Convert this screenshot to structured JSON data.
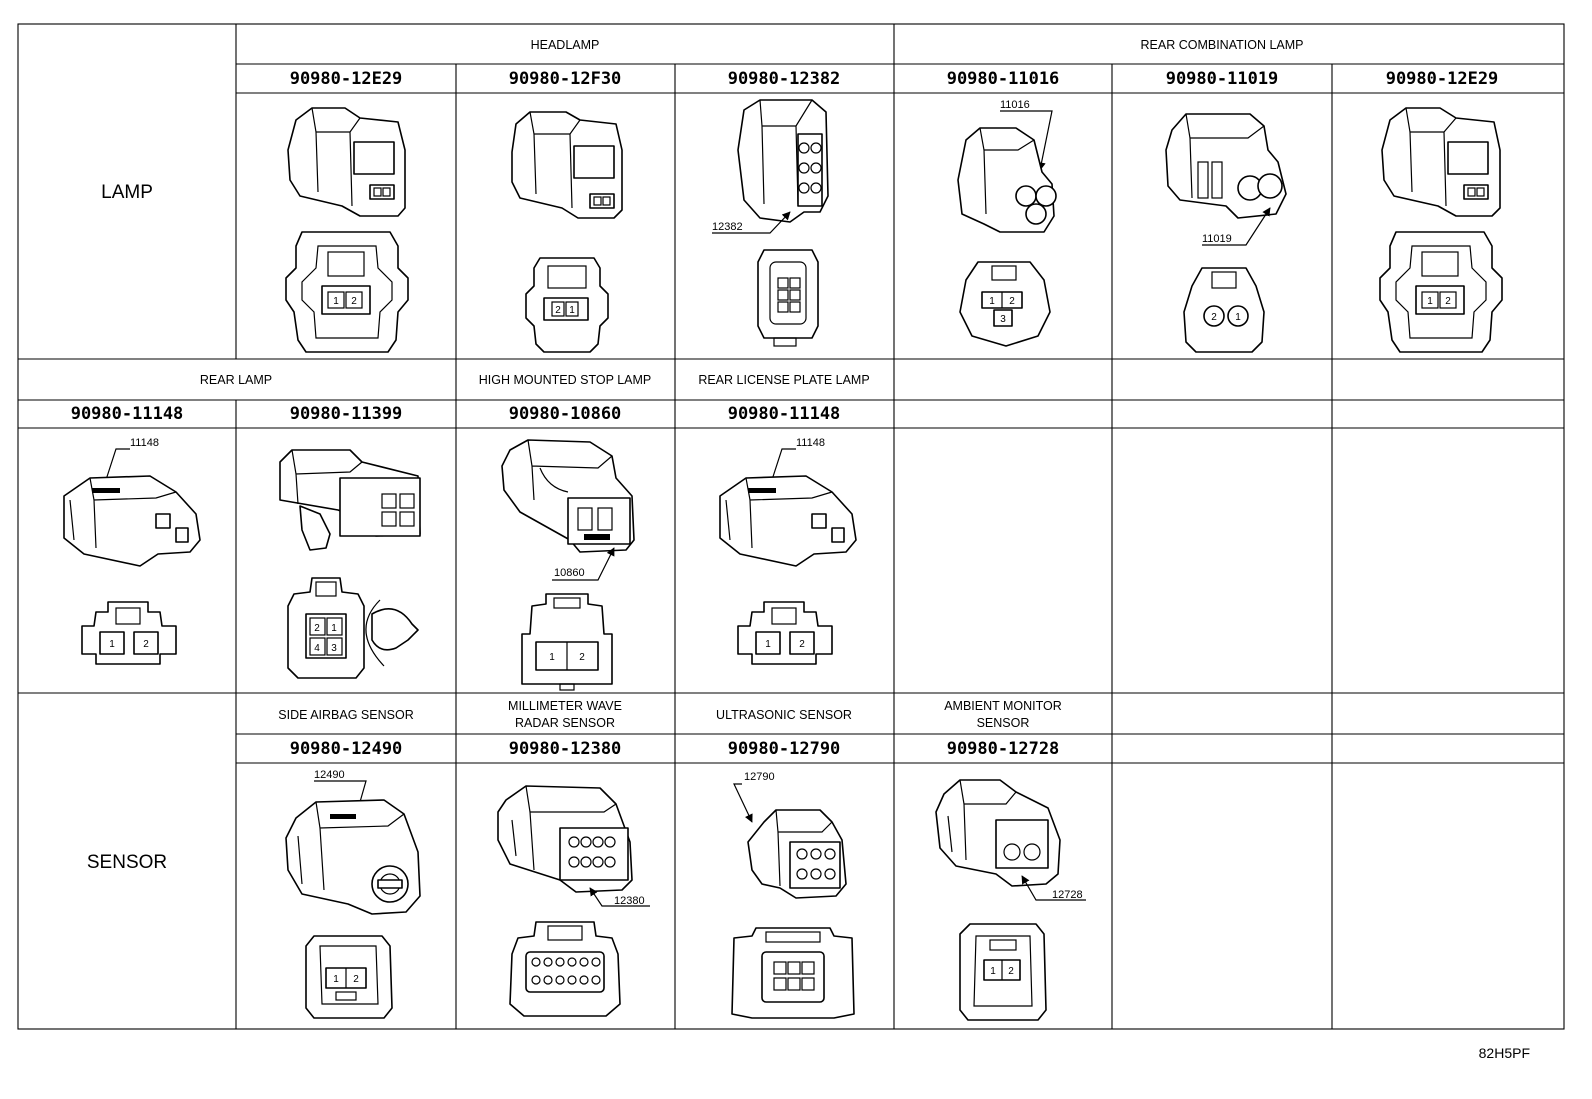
{
  "categories": {
    "lamp": "LAMP",
    "sensor": "SENSOR"
  },
  "groups": {
    "headlamp": "HEADLAMP",
    "rear_combination_lamp": "REAR COMBINATION LAMP",
    "rear_lamp": "REAR LAMP",
    "high_mounted_stop_lamp": "HIGH MOUNTED STOP LAMP",
    "rear_license_plate_lamp": "REAR LICENSE PLATE LAMP",
    "side_airbag_sensor": "SIDE AIRBAG SENSOR",
    "millimeter_wave_radar_sensor": [
      "MILLIMETER WAVE",
      "RADAR SENSOR"
    ],
    "ultrasonic_sensor": "ULTRASONIC SENSOR",
    "ambient_monitor_sensor": [
      "AMBIENT MONITOR",
      "SENSOR"
    ]
  },
  "part_numbers": {
    "row1": [
      "90980-12E29",
      "90980-12F30",
      "90980-12382",
      "90980-11016",
      "90980-11019",
      "90980-12E29"
    ],
    "row2": [
      "90980-11148",
      "90980-11399",
      "90980-10860",
      "90980-11148"
    ],
    "row3": [
      "90980-12490",
      "90980-12380",
      "90980-12790",
      "90980-12728"
    ]
  },
  "callouts": {
    "c12382": "12382",
    "c11016": "11016",
    "c11019": "11019",
    "c11148a": "11148",
    "c10860": "10860",
    "c11148b": "11148",
    "c12490": "12490",
    "c12380": "12380",
    "c12790": "12790",
    "c12728": "12728"
  },
  "pins": {
    "one": "1",
    "two": "2",
    "three": "3",
    "four": "4",
    "pair_21": "2 1"
  },
  "icons": [
    "connector-illustration-icon",
    "terminal-face-icon",
    "leader-arrow-icon"
  ],
  "footer": {
    "code": "82H5PF"
  }
}
